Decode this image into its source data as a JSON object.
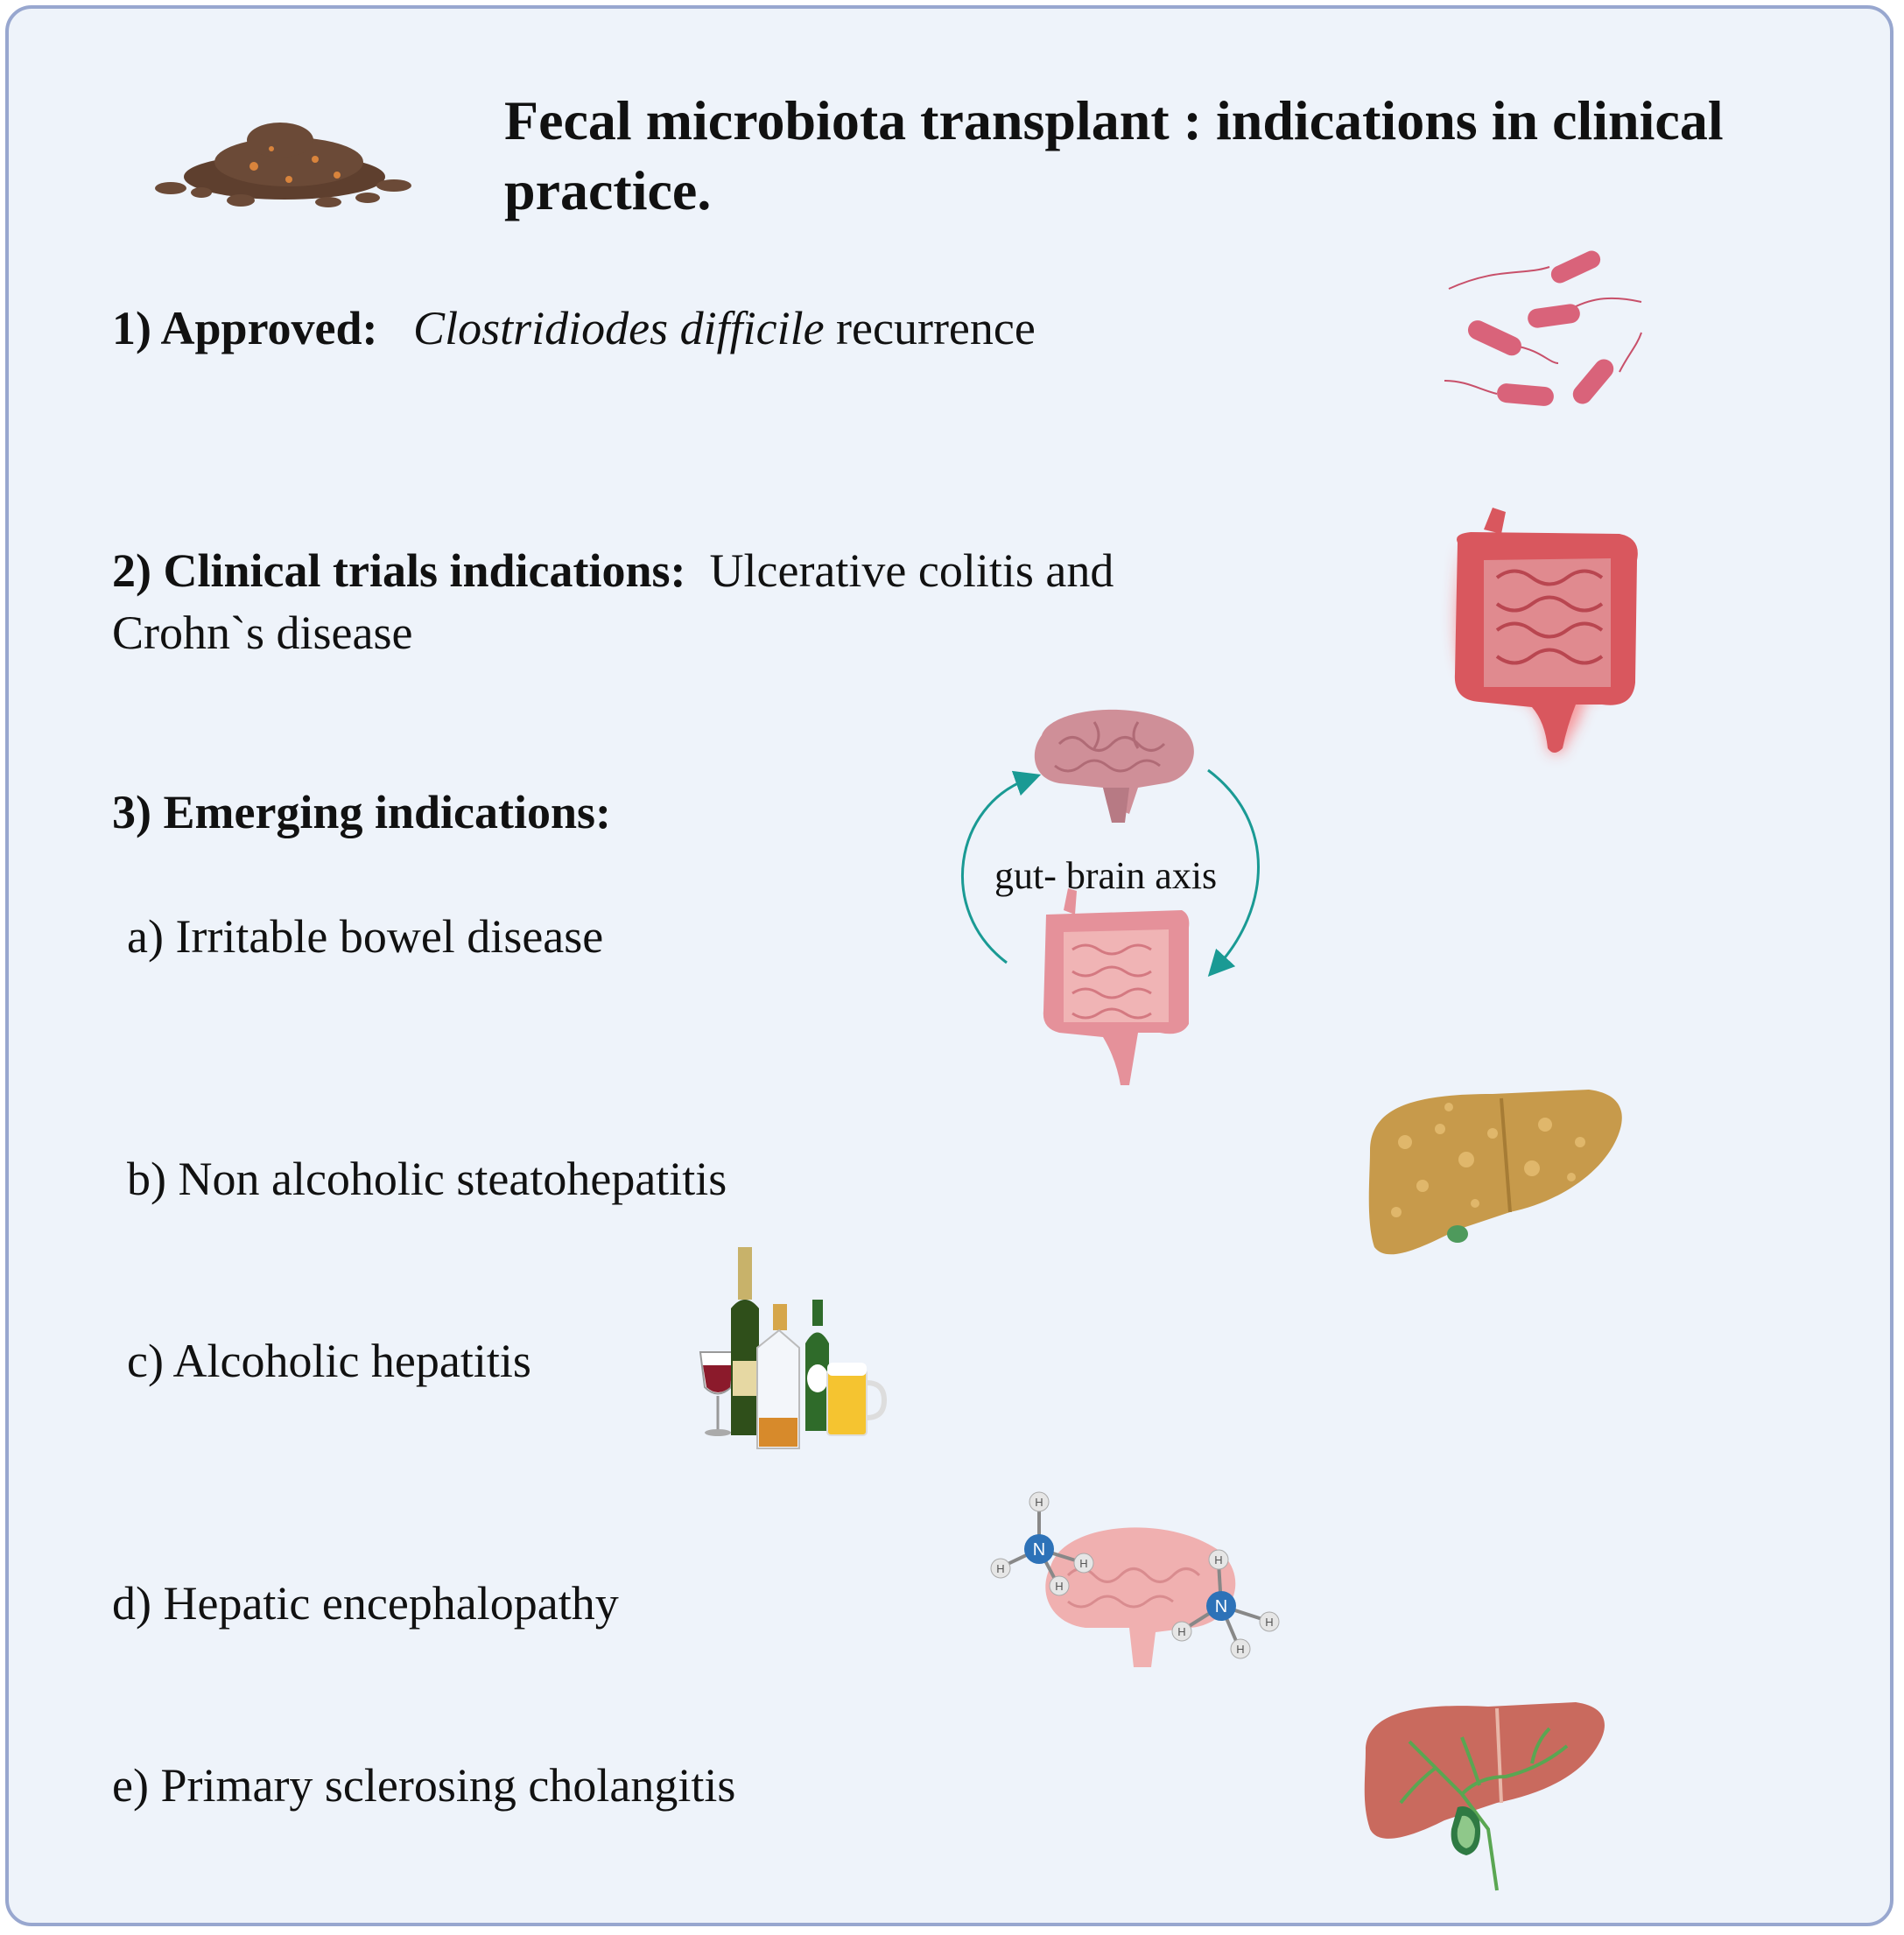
{
  "title": "Fecal microbiota transplant :  indications  in clinical practice.",
  "approved": {
    "label": "1) Approved:",
    "species": "Clostridiodes difficile",
    "condition": "recurrence"
  },
  "trials": {
    "label": "2) Clinical trials indications:",
    "condition_line1": "Ulcerative colitis and",
    "condition_line2": "Crohn`s disease"
  },
  "emerging": {
    "label": "3) Emerging  indications:",
    "items": [
      "a) Irritable bowel disease",
      "b) Non alcoholic steatohepatitis",
      "c) Alcoholic hepatitis",
      "d) Hepatic encephalopathy",
      "e) Primary sclerosing cholangitis"
    ]
  },
  "axis_label": "gut- brain axis",
  "molecule_atoms": {
    "nitrogen": "N",
    "hydrogen": "H"
  },
  "colors": {
    "border": "#98a7cf",
    "background": "#eef3fa",
    "arrow": "#1a9a94",
    "bacteria": "#d9637a",
    "intestine": "#d9787f",
    "brain": "#cf8f98",
    "fatty_liver": "#c79a4b",
    "liver": "#c96a5e",
    "stool": "#6b4a37"
  },
  "icons": [
    "stool-icon",
    "bacteria-icon",
    "inflamed-colon-icon",
    "brain-icon",
    "intestine-icon",
    "fatty-liver-icon",
    "alcohol-bottles-icon",
    "ammonia-brain-icon",
    "liver-bile-duct-icon"
  ]
}
